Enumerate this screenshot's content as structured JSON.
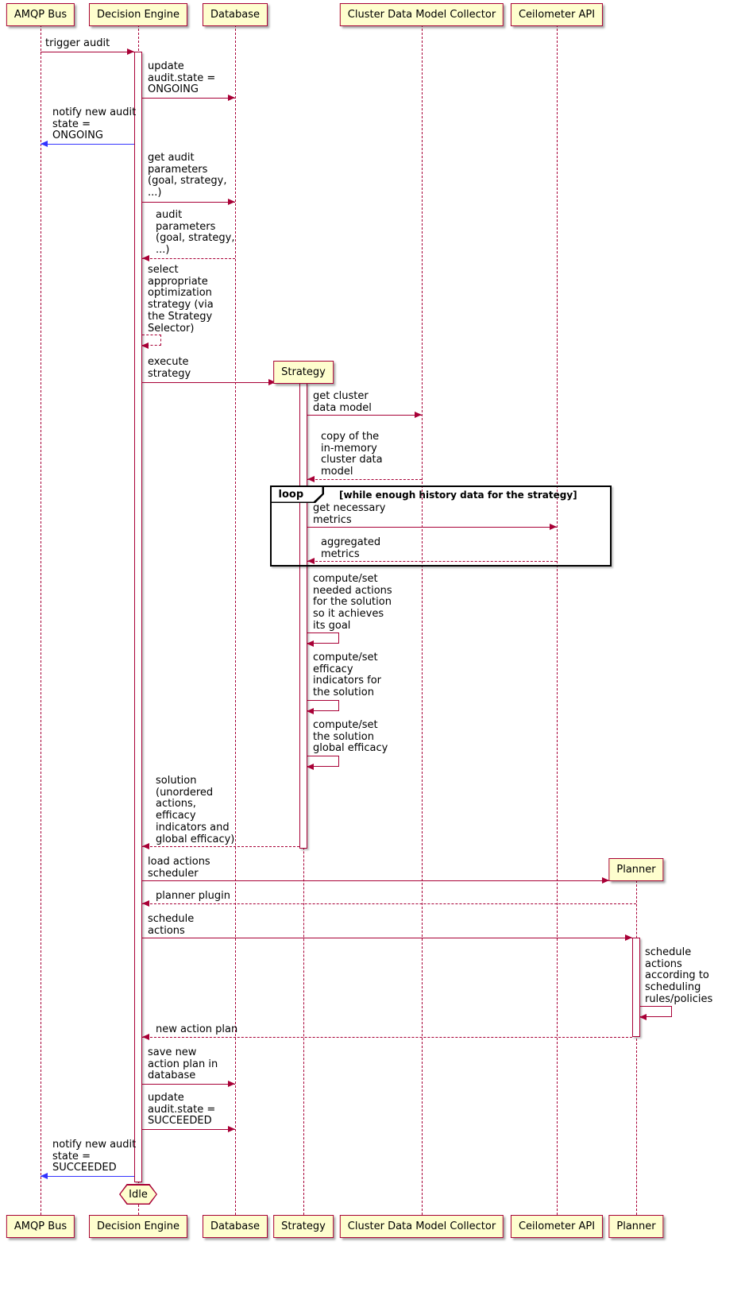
{
  "participants": {
    "amqp_bus": "AMQP Bus",
    "decision_engine": "Decision Engine",
    "database": "Database",
    "strategy": "Strategy",
    "collector": "Cluster Data Model Collector",
    "ceilometer": "Ceilometer API",
    "planner": "Planner"
  },
  "messages": {
    "trigger_audit": "trigger audit",
    "update_ongoing": "update\naudit.state =\nONGOING",
    "notify_ongoing": "notify new audit\nstate =\nONGOING",
    "get_audit_params": "get audit\nparameters\n(goal, strategy,\n...)",
    "audit_params_return": "audit\nparameters\n(goal, strategy,\n...)",
    "select_strategy": "select\nappropriate\noptimization\nstrategy (via\nthe Strategy\nSelector)",
    "execute_strategy": "execute\nstrategy",
    "get_cluster_model": "get cluster\ndata model",
    "copy_cluster_model": "copy of the\nin-memory\ncluster data\nmodel",
    "get_metrics": "get necessary\nmetrics",
    "aggregated_metrics": "aggregated\nmetrics",
    "compute_actions": "compute/set\nneeded actions\nfor the solution\nso it achieves\nits goal",
    "compute_efficacy": "compute/set\nefficacy\nindicators for\nthe solution",
    "compute_global": "compute/set\nthe solution\nglobal efficacy",
    "solution_return": "solution\n(unordered\nactions,\nefficacy\nindicators and\nglobal efficacy)",
    "load_scheduler": "load actions\nscheduler",
    "planner_plugin": "planner plugin",
    "schedule_actions": "schedule\nactions",
    "schedule_self": "schedule\nactions\naccording to\nscheduling\nrules/policies",
    "new_action_plan": "new action plan",
    "save_action_plan": "save new\naction plan in\ndatabase",
    "update_succeeded": "update\naudit.state =\nSUCCEEDED",
    "notify_succeeded": "notify new audit\nstate =\nSUCCEEDED"
  },
  "loop": {
    "keyword": "loop",
    "condition": "[while enough history data for the strategy]"
  },
  "end_state": "Idle",
  "colors": {
    "arrow": "#A80036",
    "notify_arrow": "#3333FF",
    "participant_fill": "#FEFECE",
    "participant_border": "#A80036",
    "frame_border": "#000000"
  }
}
